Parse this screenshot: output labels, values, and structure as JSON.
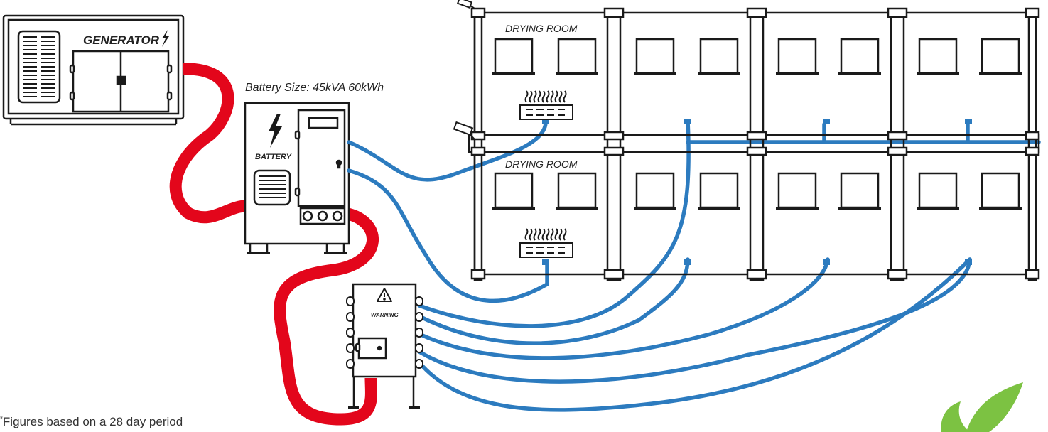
{
  "generator": {
    "label": "GENERATOR"
  },
  "battery": {
    "label": "BATTERY",
    "size_label": "Battery Size: 45kVA 60kWh"
  },
  "distribution_box": {
    "label": "WARNING"
  },
  "building": {
    "top_room_label": "DRYING ROOM",
    "bottom_room_label": "DRYING ROOM"
  },
  "footnote": {
    "marker": "*",
    "text": "Figures based on a 28 day period"
  },
  "colors": {
    "generator_cable": "#e3061b",
    "distribution_cable": "#2c7bbf",
    "outline": "#1a1a1a",
    "logo": "#7cc242"
  },
  "icons": [
    "lightning-bolt-icon",
    "warning-triangle-icon",
    "heater-icon",
    "cctv-camera-icon",
    "leaf-logo-icon"
  ]
}
